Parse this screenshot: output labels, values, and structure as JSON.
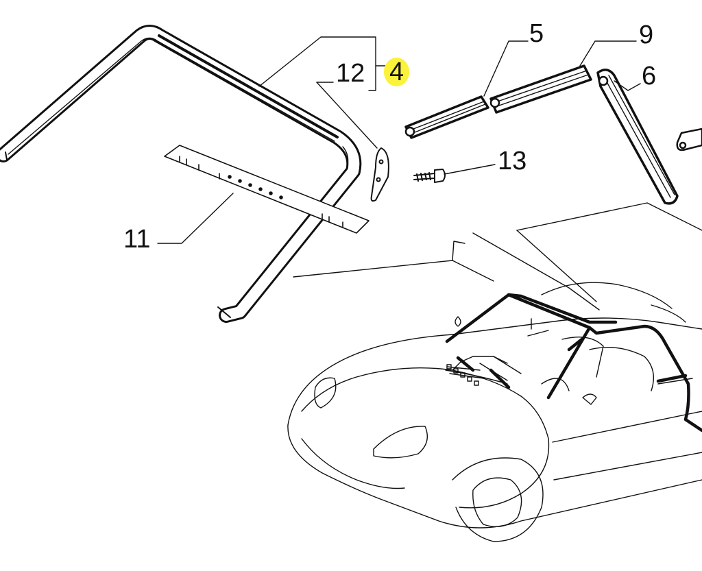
{
  "diagram": {
    "callouts": {
      "c5": "5",
      "c9": "9",
      "c6": "6",
      "c12": "12",
      "c4": "4",
      "c13": "13",
      "c11": "11"
    },
    "highlighted_callout": "4",
    "colors": {
      "line": "#111111",
      "highlight": "#fbf23a",
      "background": "#ffffff"
    }
  }
}
